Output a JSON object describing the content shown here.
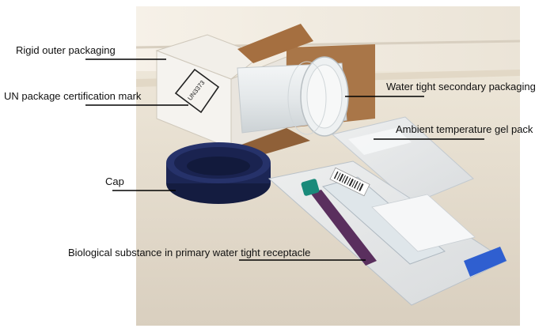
{
  "labels": {
    "rigid_outer_packaging": "Rigid outer packaging",
    "un_certification_mark": "UN package certification mark",
    "water_tight_secondary": "Water tight secondary packaging",
    "gel_pack": "Ambient temperature gel pack",
    "cap": "Cap",
    "biological_substance": "Biological substance in primary water tight receptacle"
  },
  "box_marking": "UN3373",
  "colors": {
    "line": "#000000",
    "box": "#f4f2ee",
    "cardboard": "#9c6b3f",
    "cap": "#1f2a5a",
    "tube_cap": "#1a8a7a",
    "bag_tape": "#2f5fd0"
  }
}
